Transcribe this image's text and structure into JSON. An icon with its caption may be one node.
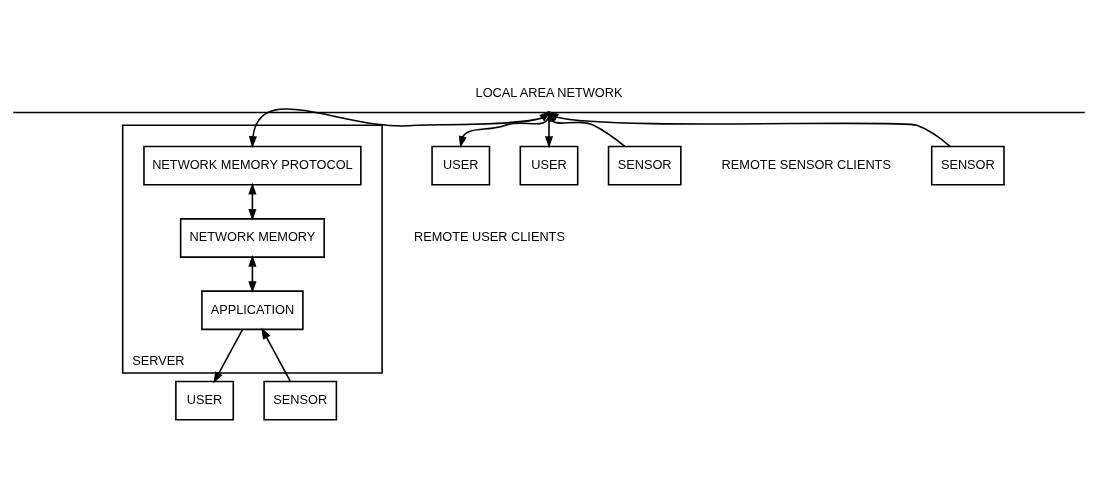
{
  "diagram": {
    "nodes": [
      {
        "text": [
          "LOCAL AREA NETWORK"
        ]
      },
      {
        "text": [
          "SENSOR"
        ]
      },
      {
        "text": [
          "SENSOR"
        ]
      },
      {
        "text": [
          "SERVER"
        ]
      },
      {
        "text": [
          "NETWORK MEMORY PROTOCOL"
        ],
        "in": 3
      },
      {
        "text": [
          "NETWORK MEMORY"
        ],
        "in": 3
      },
      {
        "text": [
          "APPLICATION"
        ],
        "in": 3
      },
      {
        "text": [
          "USER"
        ]
      },
      {
        "text": [
          "USER"
        ]
      },
      {
        "text": [
          "SENSOR"
        ]
      },
      {
        "text": [
          "USER"
        ]
      }
    ],
    "edges": [
      {
        "from": 1,
        "to": 0,
        "arrow": "to"
      },
      {
        "from": 2,
        "to": 0,
        "arrow": "to"
      },
      {
        "from": 0,
        "to": 4,
        "arrow": "both"
      },
      {
        "from": 0,
        "to": 7,
        "arrow": "to"
      },
      {
        "from": 0,
        "to": 8,
        "arrow": "to"
      },
      {
        "from": 4,
        "to": 5,
        "arrow": "both"
      },
      {
        "from": 5,
        "to": 6,
        "arrow": "both"
      },
      {
        "from": 9,
        "to": 6,
        "arrow": "to"
      },
      {
        "from": 6,
        "to": 10,
        "arrow": "to"
      }
    ],
    "labels": [
      "REMOTE SENSOR CLIENTS",
      "REMOTE USER CLIENTS"
    ]
  }
}
